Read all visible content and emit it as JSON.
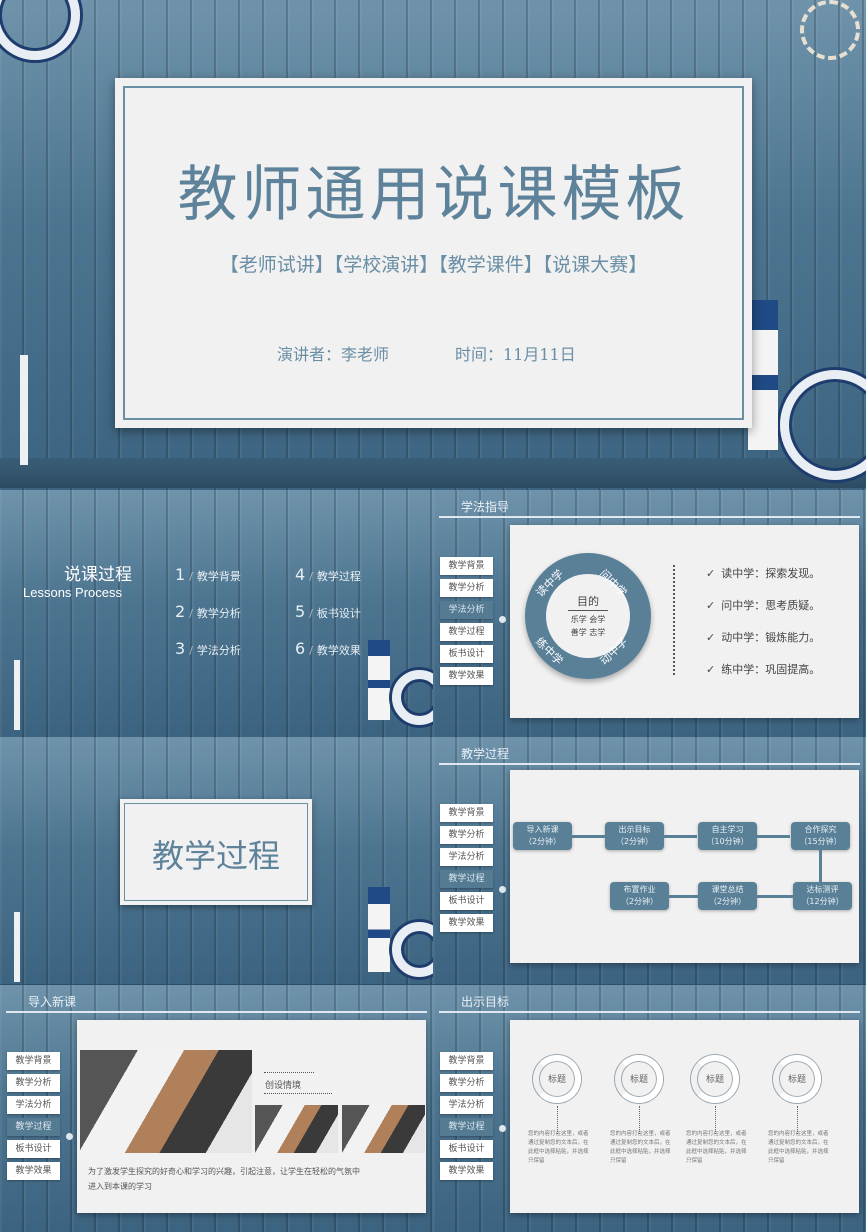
{
  "cover": {
    "title": "教师通用说课模板",
    "subtitle": "【老师试讲】【学校演讲】【教学课件】【说课大赛】",
    "presenter": "演讲者：李老师",
    "time": "时间：11月11日"
  },
  "nav": [
    "教学背景",
    "教学分析",
    "学法分析",
    "教学过程",
    "板书设计",
    "教学效果"
  ],
  "slide1": {
    "title": "说课过程",
    "subtitle": "Lessons Process",
    "items": [
      {
        "num": "1",
        "label": "教学背景"
      },
      {
        "num": "2",
        "label": "教学分析"
      },
      {
        "num": "3",
        "label": "学法分析"
      },
      {
        "num": "4",
        "label": "教学过程"
      },
      {
        "num": "5",
        "label": "板书设计"
      },
      {
        "num": "6",
        "label": "教学效果"
      }
    ]
  },
  "slide2": {
    "header": "学法指导",
    "active": "学法分析",
    "ring": [
      "读中学",
      "问中学",
      "练中学",
      "动中学"
    ],
    "center_title": "目的",
    "center_lines": [
      "乐学 会学",
      "善学 志学"
    ],
    "checks": [
      "读中学：探索发现。",
      "问中学：思考质疑。",
      "动中学：锻炼能力。",
      "练中学：巩固提高。"
    ]
  },
  "slide3": {
    "header": "教学过程",
    "section_title": "教学过程",
    "active": "教学过程",
    "flow": [
      {
        "name": "导入新课",
        "time": "（2分钟）"
      },
      {
        "name": "出示目标",
        "time": "（2分钟）"
      },
      {
        "name": "自主学习",
        "time": "（10分钟）"
      },
      {
        "name": "合作探究",
        "time": "（15分钟）"
      },
      {
        "name": "达标测评",
        "time": "（12分钟）"
      },
      {
        "name": "课堂总结",
        "time": "（2分钟）"
      },
      {
        "name": "布置作业",
        "time": "（2分钟）"
      }
    ]
  },
  "slide4": {
    "header": "导入新课",
    "active": "教学过程",
    "caption": "创设情境",
    "body": "为了激发学生探究的好奇心和学习的兴趣，引起注意，让学生在轻松的气氛中进入到本课的学习"
  },
  "slide5": {
    "header": "出示目标",
    "active": "教学过程",
    "items": [
      {
        "label": "标题",
        "text": "您的内容打在这里，或者通过复制您的文本后，在此框中选择粘贴，并选择只保留"
      },
      {
        "label": "标题",
        "text": "您的内容打在这里，或者通过复制您的文本后，在此框中选择粘贴，并选择只保留"
      },
      {
        "label": "标题",
        "text": "您的内容打在这里，或者通过复制您的文本后，在此框中选择粘贴，并选择只保留"
      },
      {
        "label": "标题",
        "text": "您的内容打在这里，或者通过复制您的文本后，在此框中选择粘贴，并选择只保留"
      }
    ]
  },
  "colors": {
    "accent": "#5a8098",
    "card": "#f1f1f2",
    "wood": "#4d7590"
  }
}
